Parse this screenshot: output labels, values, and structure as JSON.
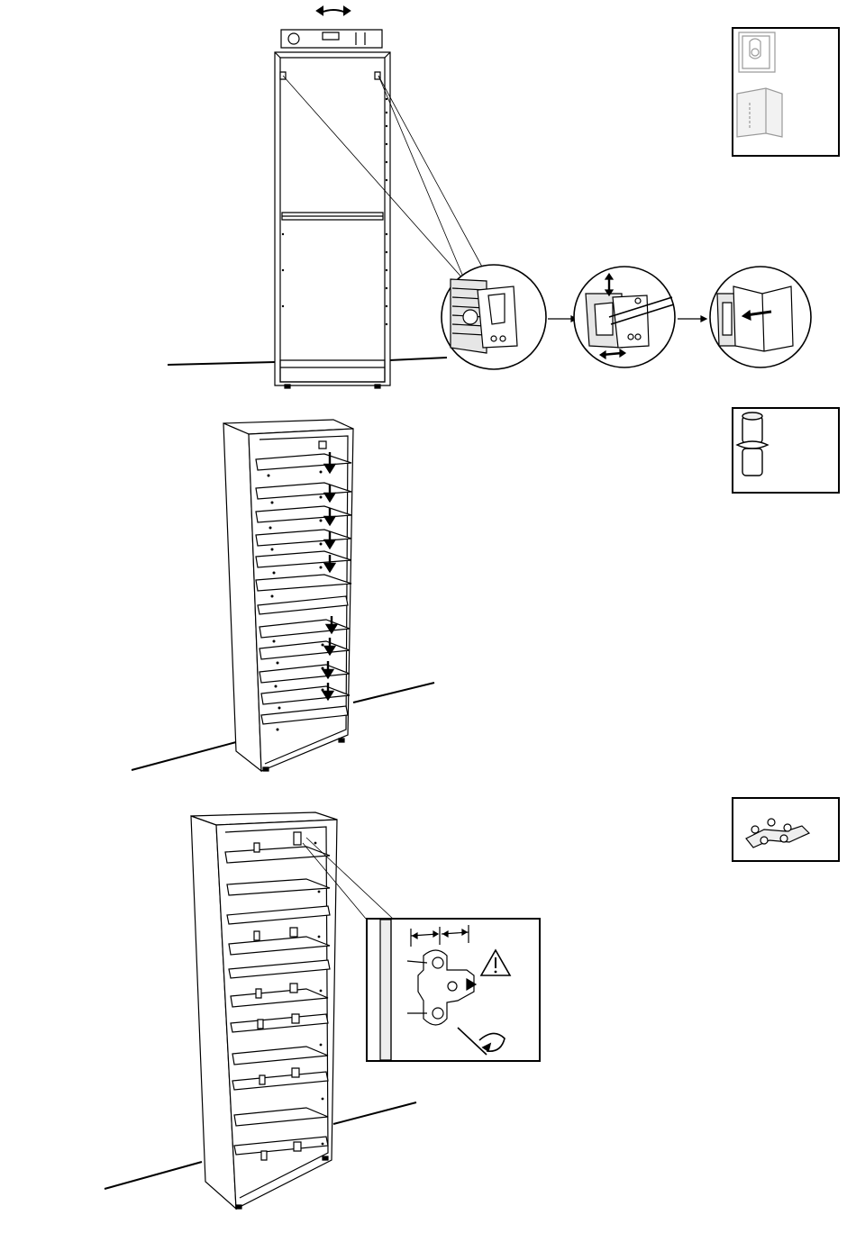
{
  "steps": [
    {
      "parts": [
        "wall-hanging-bracket-icon",
        "corner-cap-icon"
      ],
      "illustration": "hang-cabinet-on-wall-bracket-with-level",
      "detail_sequence": [
        "hook-onto-bracket",
        "adjust-with-screwdriver",
        "snap-on-cover"
      ]
    },
    {
      "parts": [
        "shelf-support-pin-icon"
      ],
      "illustration": "insert-shelves-on-pins"
    },
    {
      "parts": [
        "hinge-plate-with-screws-icon"
      ],
      "illustration": "mount-hinge-plates",
      "callout_icon": "warning-icon"
    }
  ],
  "colors": {
    "ink": "#000000",
    "paper": "#ffffff",
    "shade": "#cfcfcf"
  }
}
